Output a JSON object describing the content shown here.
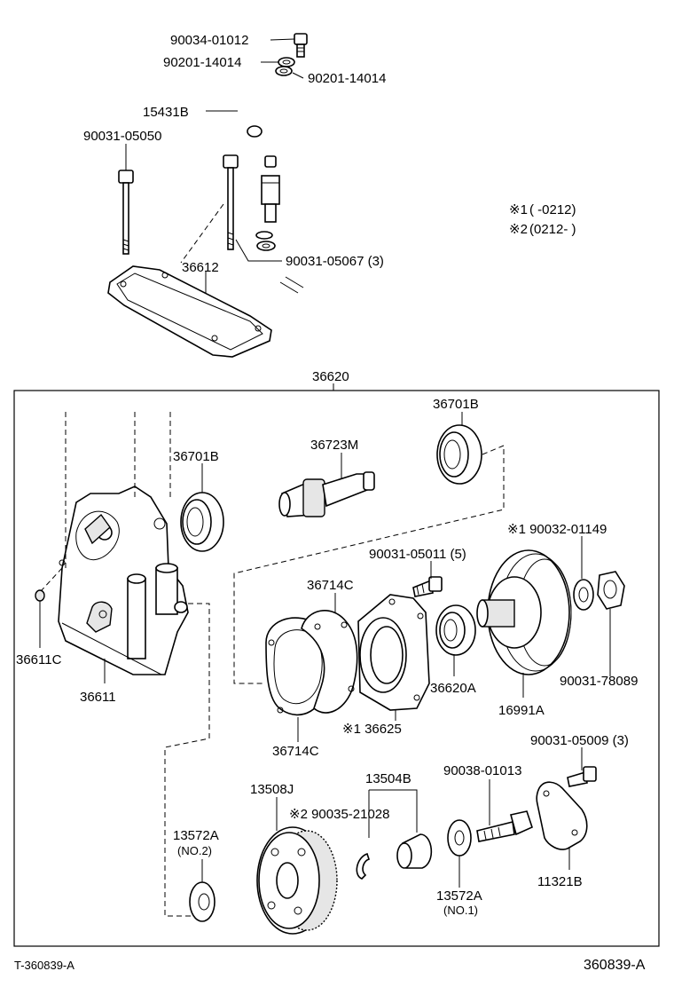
{
  "notes": [
    {
      "marker": "※1",
      "range": "(      -0212)"
    },
    {
      "marker": "※2",
      "range": "(0212-      )"
    }
  ],
  "labels": {
    "p_90034_01012": "90034-01012",
    "p_90201_14014_a": "90201-14014",
    "p_90201_14014_b": "90201-14014",
    "p_15431B": "15431B",
    "p_90031_05050": "90031-05050",
    "p_90031_05067": "90031-05067 (3)",
    "p_36612": "36612",
    "p_36620": "36620",
    "p_36701B_top": "36701B",
    "p_36723M": "36723M",
    "p_36701B_left": "36701B",
    "p_90032_01149": "※1 90032-01149",
    "p_90031_05011": "90031-05011 (5)",
    "p_36714C_top": "36714C",
    "p_36611C": "36611C",
    "p_36611": "36611",
    "p_36620A": "36620A",
    "p_16991A": "16991A",
    "p_90031_78089": "90031-78089",
    "p_36625": "※1 36625",
    "p_36714C_bottom": "36714C",
    "p_90031_05009": "90031-05009 (3)",
    "p_13504B": "13504B",
    "p_90038_01013": "90038-01013",
    "p_13508J": "13508J",
    "p_90035_21028": "※2 90035-21028",
    "p_13572A_no2": "13572A",
    "p_no2": "(NO.2)",
    "p_13572A_no1": "13572A",
    "p_no1": "(NO.1)",
    "p_11321B": "11321B"
  },
  "footer": {
    "left_code": "T-360839-A",
    "right_code": "360839-A"
  }
}
